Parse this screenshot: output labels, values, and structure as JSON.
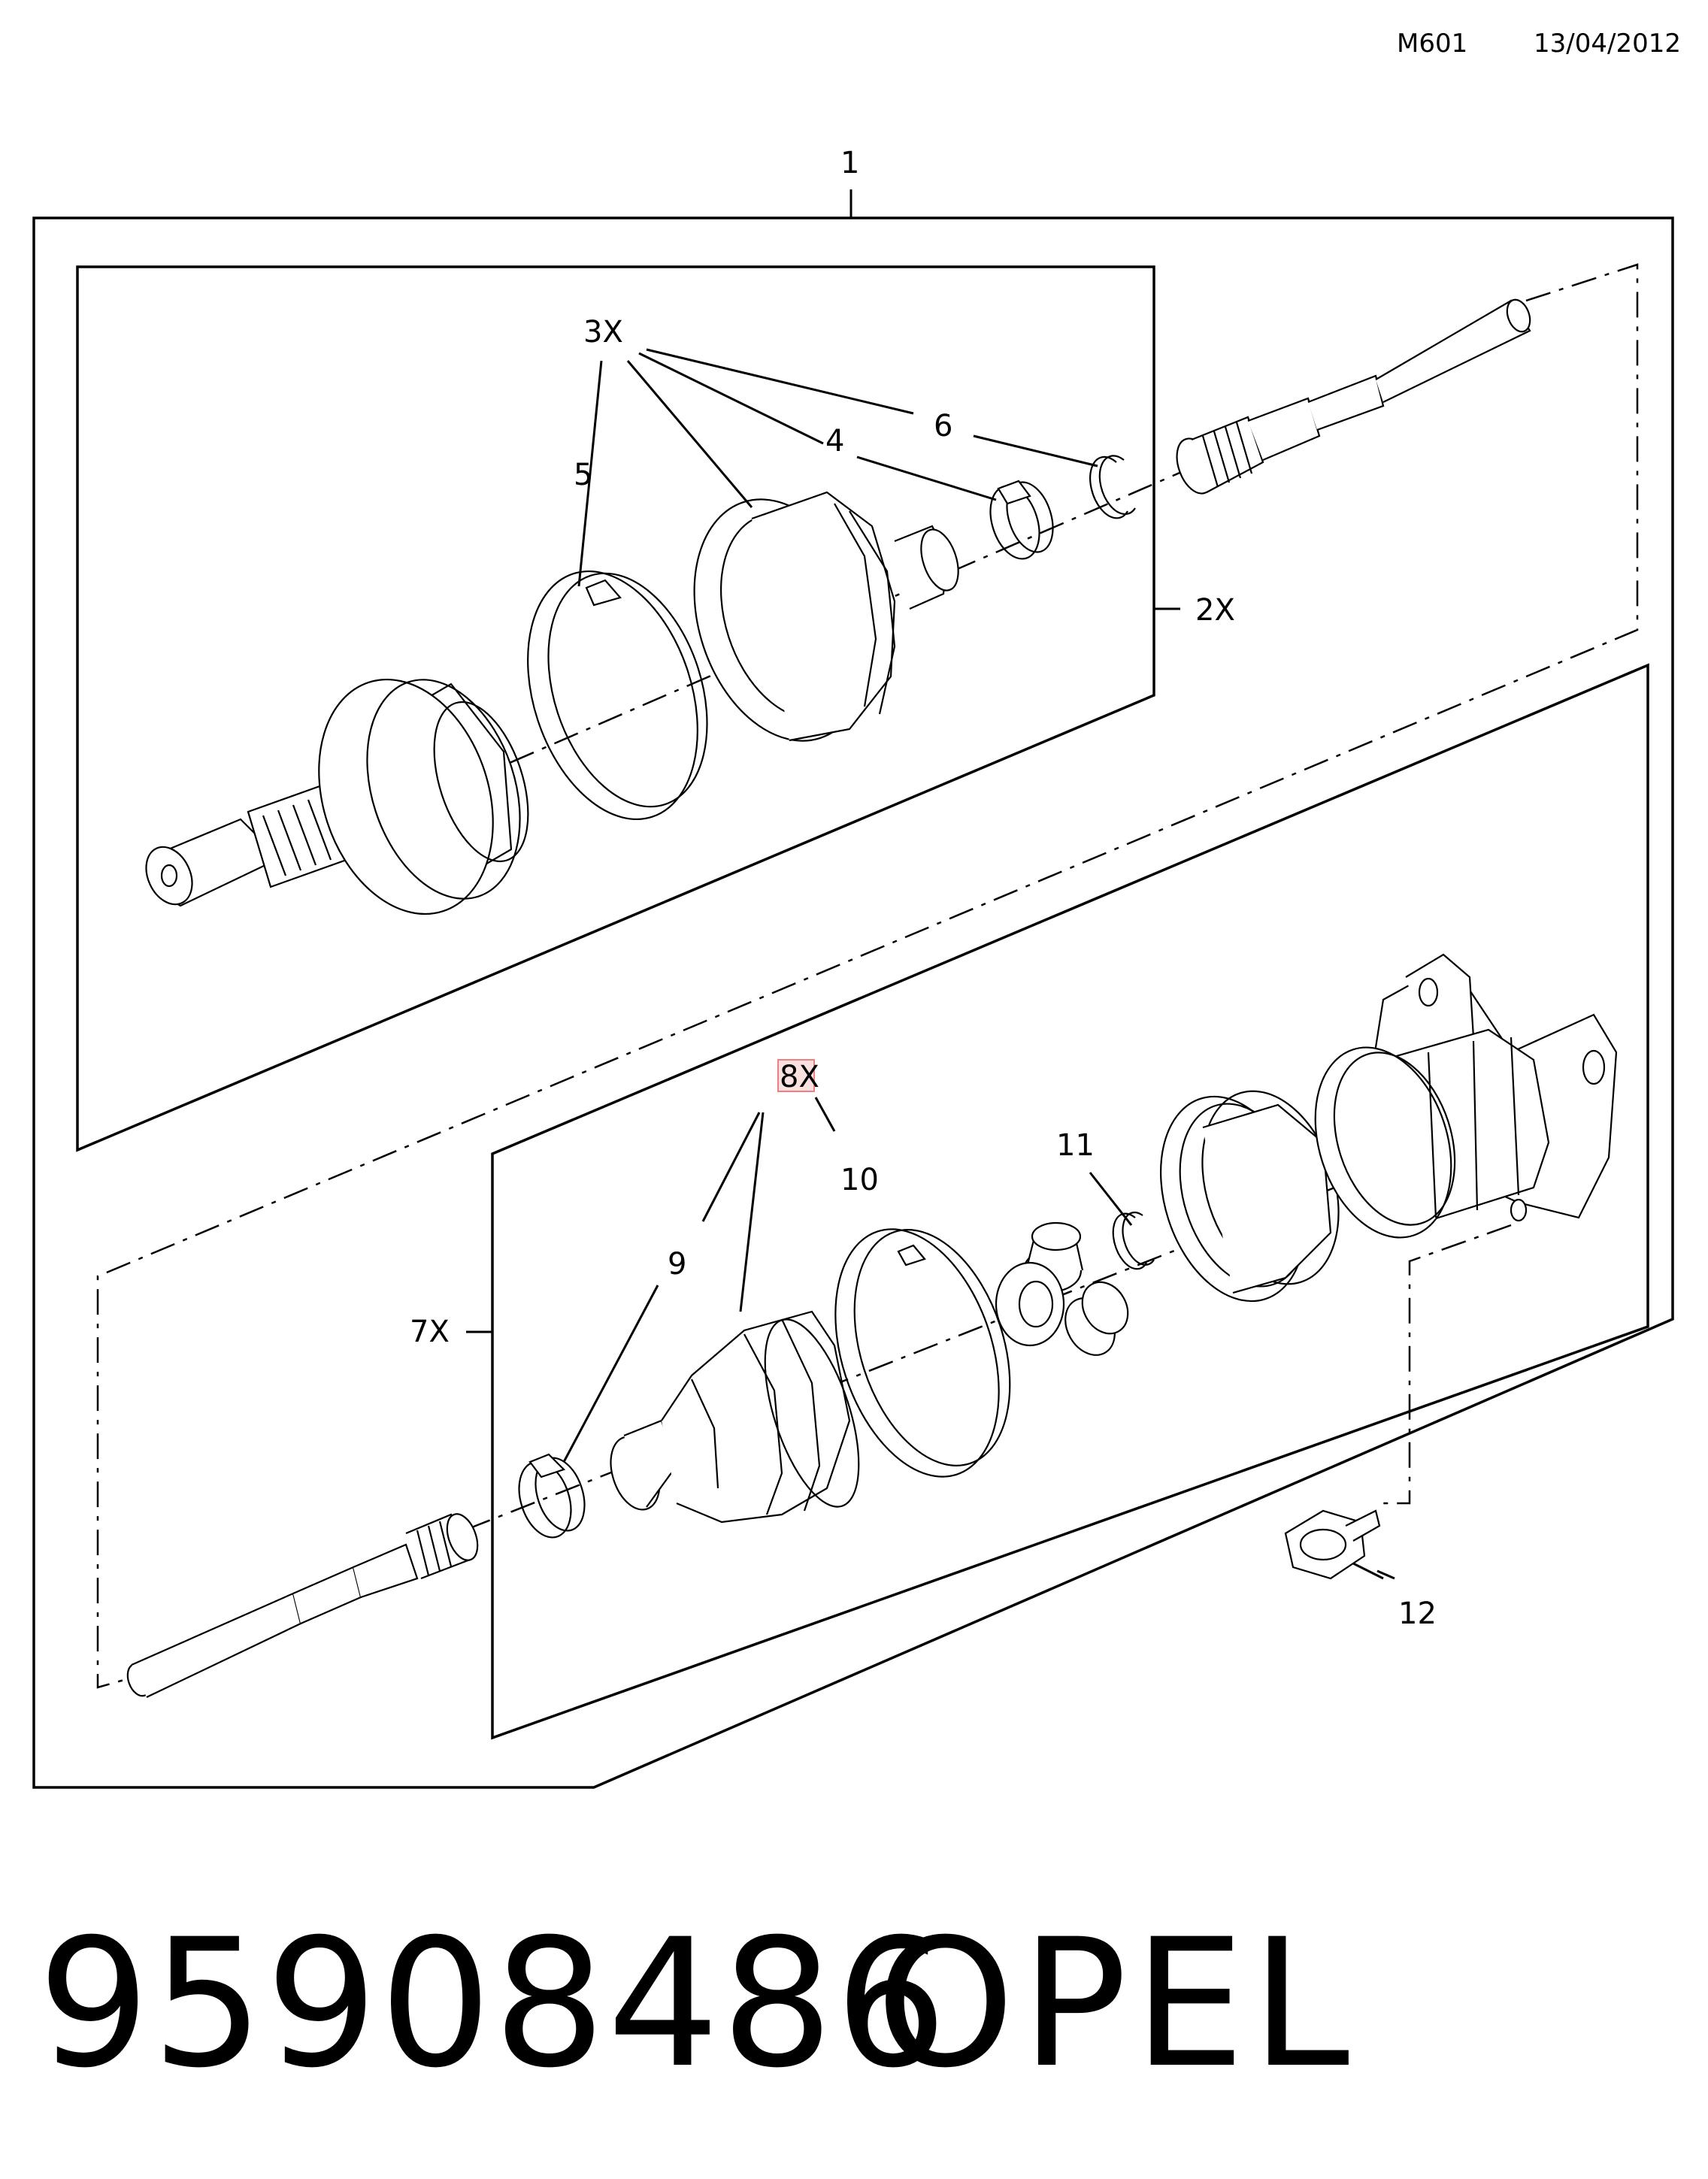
{
  "header": {
    "code": "M601",
    "date": "13/04/2012"
  },
  "callouts": {
    "c1": "1",
    "c2x": "2X",
    "c3x": "3X",
    "c4": "4",
    "c5": "5",
    "c6": "6",
    "c7x": "7X",
    "c8x": "8X",
    "c9": "9",
    "c10": "10",
    "c11": "11",
    "c12": "12"
  },
  "highlight": {
    "color": "#f08080",
    "fill": "#fbe0e0"
  },
  "footer": {
    "part_number": "95908486",
    "brand": "OPEL"
  }
}
